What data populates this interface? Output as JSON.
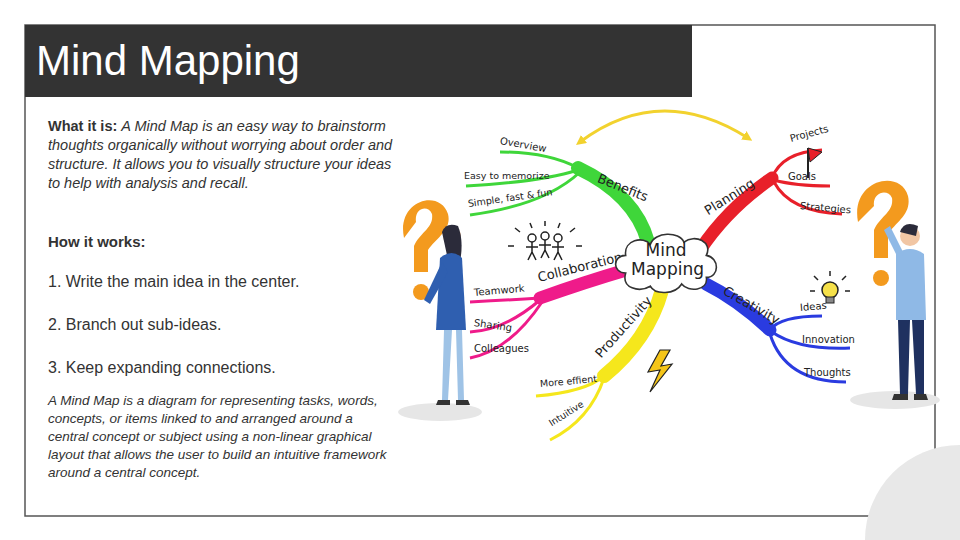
{
  "diagram": {
    "title": "Mind Mapping",
    "nodes": [
      {
        "text": [
          "Mind Mapping"
        ]
      }
    ],
    "labels": [
      "What it is:",
      "A Mind Map is an easy way to brainstorm thoughts organically without worrying about order and structure. It allows you to visually structure your ideas to help with analysis and recall.",
      "How it works:",
      "1. Write the main idea in the center.",
      "2. Branch out sub-ideas.",
      "3. Keep expanding connections.",
      "A Mind Map is a diagram for representing tasks, words, concepts, or items linked to and arranged around a central concept or subject using a non-linear graphical layout that allows the user to build an intuitive framework around a central concept.",
      "Overview",
      "Easy to memorize",
      "Simple, fast & fun",
      "Benefits",
      "Projects",
      "Goals",
      "Strategies",
      "Planning",
      "Collaboration",
      "Teamwork",
      "Sharing",
      "Colleagues",
      "Creativity",
      "Ideas",
      "Innovation",
      "Thoughts",
      "Productivity",
      "More effient",
      "Intuitive"
    ]
  }
}
